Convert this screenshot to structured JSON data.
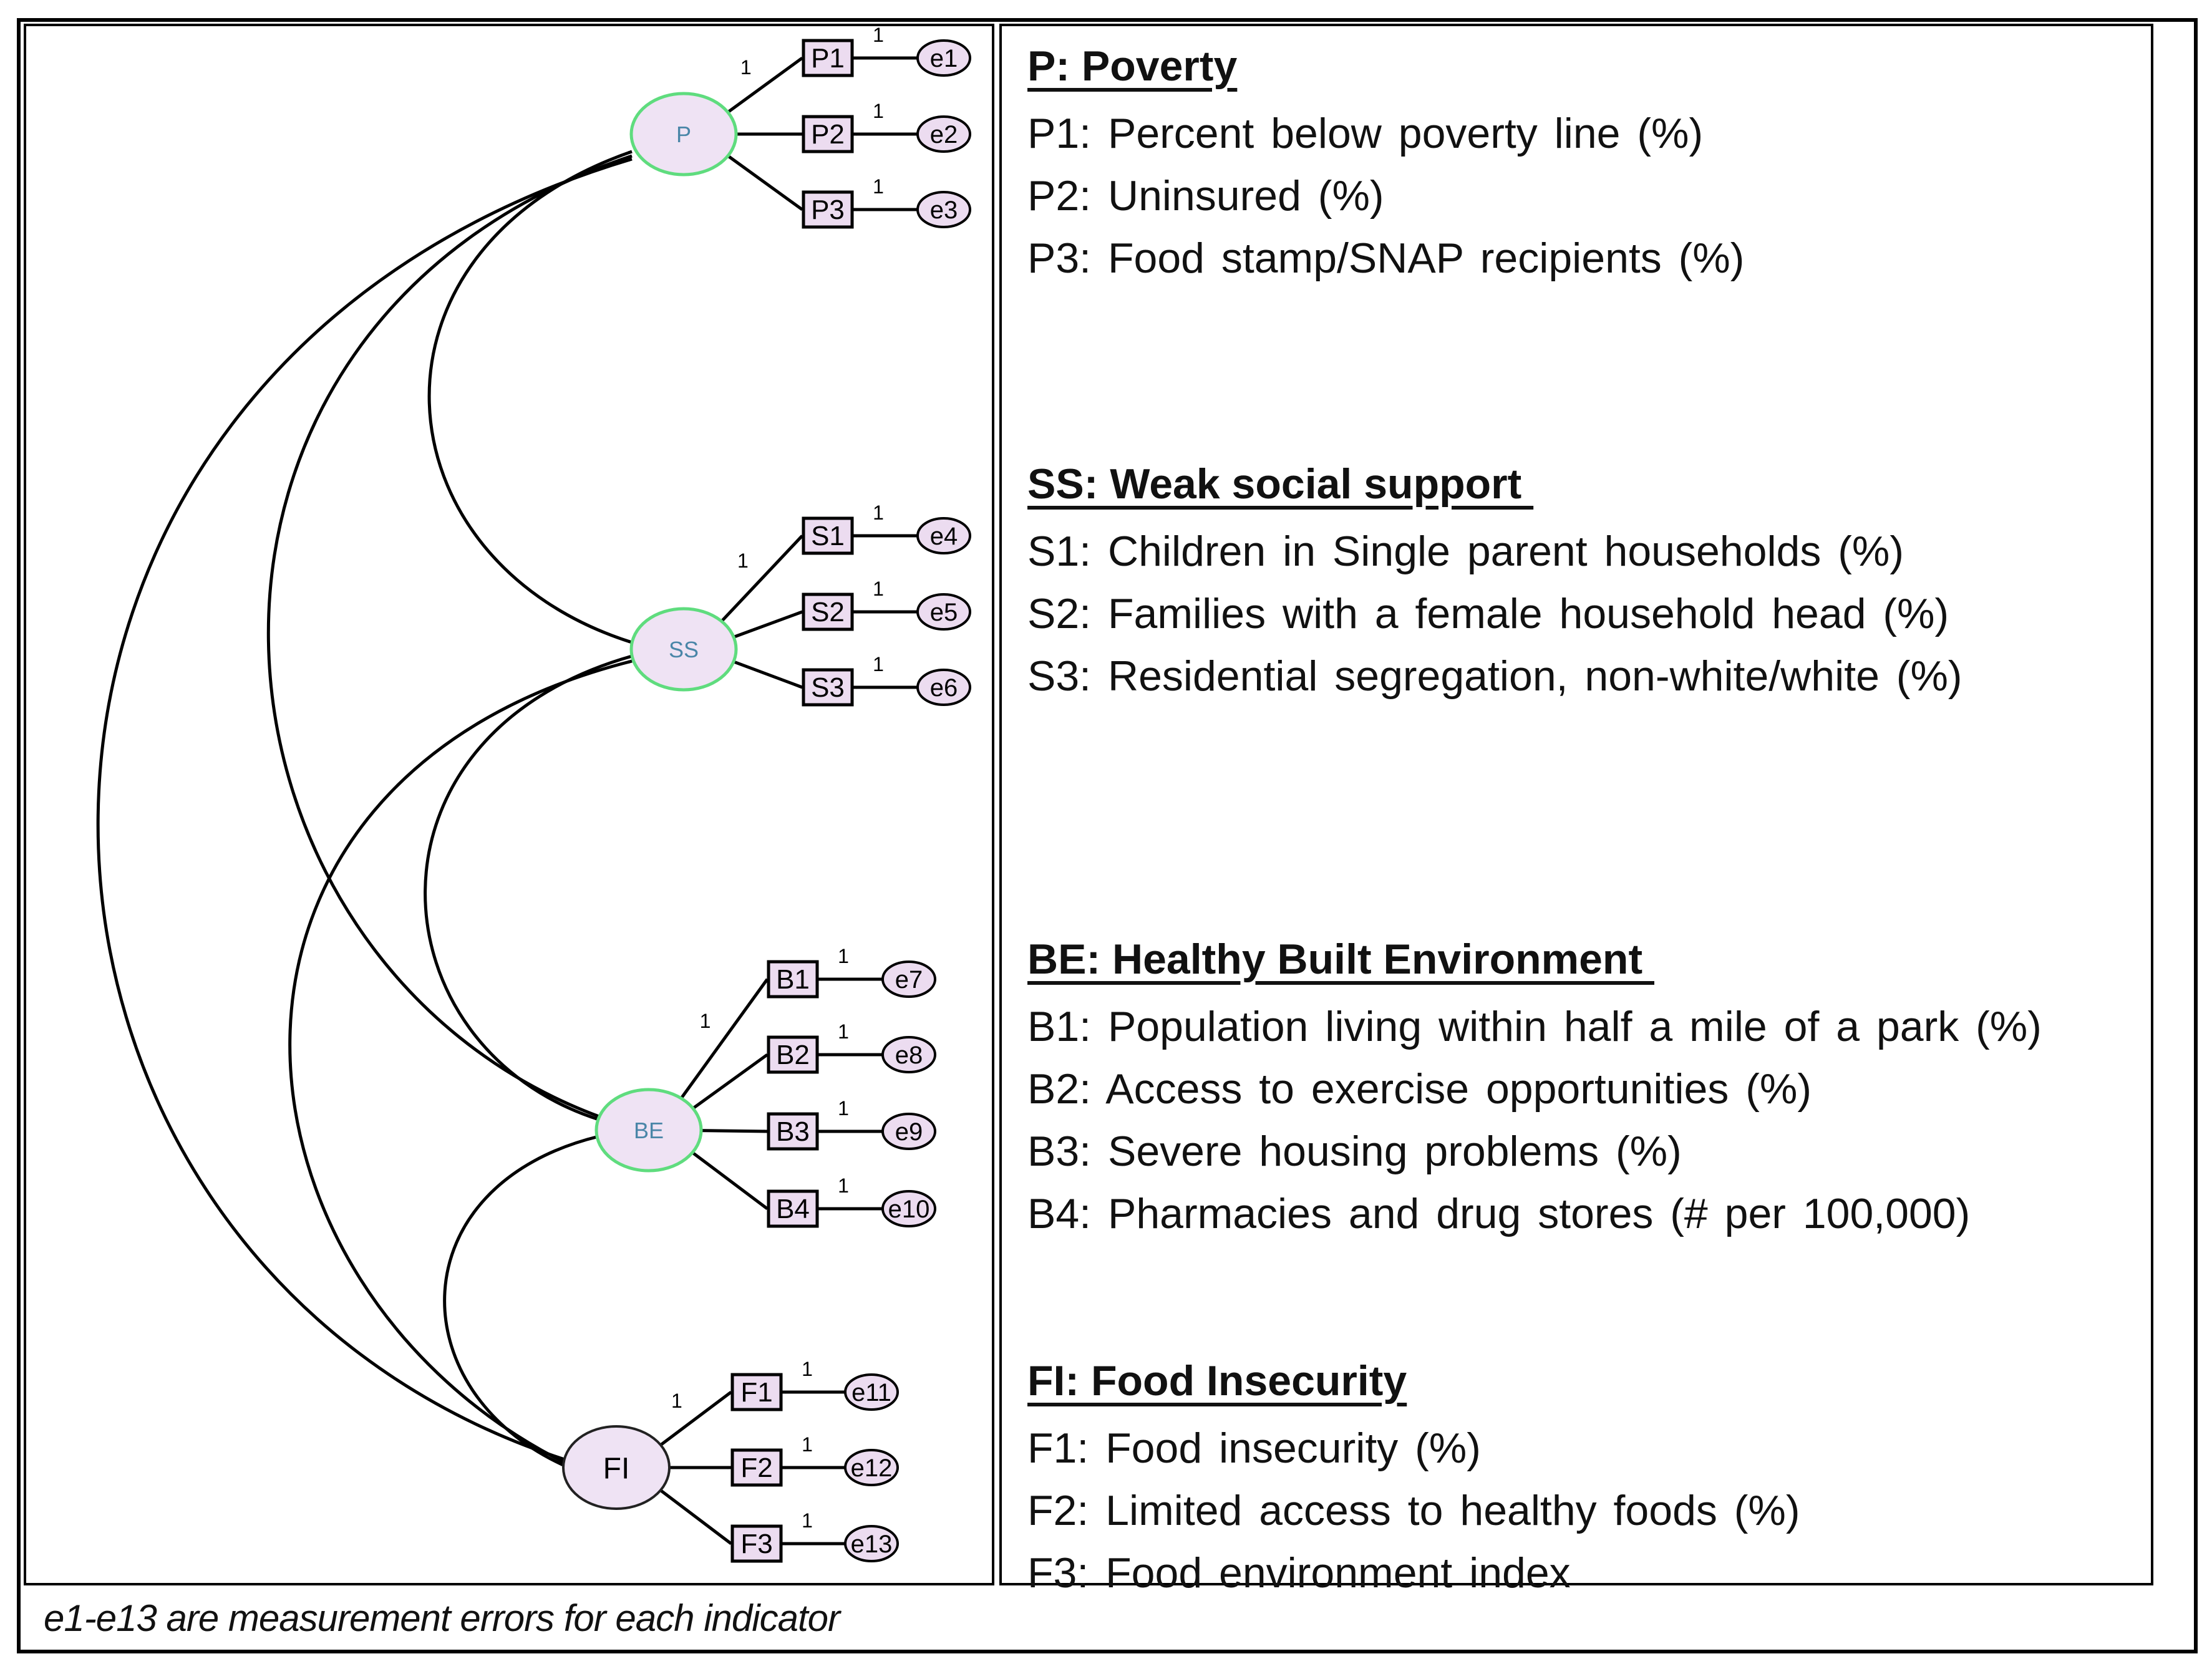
{
  "diagram": {
    "latent_variables": [
      {
        "id": "P",
        "label": "P"
      },
      {
        "id": "SS",
        "label": "SS"
      },
      {
        "id": "BE",
        "label": "BE"
      },
      {
        "id": "FI",
        "label": "FI"
      }
    ],
    "indicators": [
      {
        "label": "P1",
        "error": "e1",
        "latent": "P",
        "loading": "1",
        "error_weight": "1"
      },
      {
        "label": "P2",
        "error": "e2",
        "latent": "P",
        "loading": "",
        "error_weight": "1"
      },
      {
        "label": "P3",
        "error": "e3",
        "latent": "P",
        "loading": "",
        "error_weight": "1"
      },
      {
        "label": "S1",
        "error": "e4",
        "latent": "SS",
        "loading": "1",
        "error_weight": "1"
      },
      {
        "label": "S2",
        "error": "e5",
        "latent": "SS",
        "loading": "",
        "error_weight": "1"
      },
      {
        "label": "S3",
        "error": "e6",
        "latent": "SS",
        "loading": "",
        "error_weight": "1"
      },
      {
        "label": "B1",
        "error": "e7",
        "latent": "BE",
        "loading": "1",
        "error_weight": "1"
      },
      {
        "label": "B2",
        "error": "e8",
        "latent": "BE",
        "loading": "",
        "error_weight": "1"
      },
      {
        "label": "B3",
        "error": "e9",
        "latent": "BE",
        "loading": "",
        "error_weight": "1"
      },
      {
        "label": "B4",
        "error": "e10",
        "latent": "BE",
        "loading": "",
        "error_weight": "1"
      },
      {
        "label": "F1",
        "error": "e11",
        "latent": "FI",
        "loading": "1",
        "error_weight": "1"
      },
      {
        "label": "F2",
        "error": "e12",
        "latent": "FI",
        "loading": "",
        "error_weight": "1"
      },
      {
        "label": "F3",
        "error": "e13",
        "latent": "FI",
        "loading": "",
        "error_weight": "1"
      }
    ],
    "covariances": [
      [
        "P",
        "SS"
      ],
      [
        "P",
        "BE"
      ],
      [
        "P",
        "FI"
      ],
      [
        "SS",
        "BE"
      ],
      [
        "SS",
        "FI"
      ],
      [
        "BE",
        "FI"
      ]
    ]
  },
  "legend": {
    "groups": [
      {
        "title": "P: Poverty",
        "items": [
          "P1: Percent below poverty line (%)",
          "P2: Uninsured  (%)",
          "P3: Food stamp/SNAP  recipients (%)"
        ]
      },
      {
        "title": "SS: Weak social support ",
        "items": [
          "S1: Children  in Single parent households  (%)",
          "S2: Families with a female household head (%)",
          "S3: Residential segregation, non-white/white  (%)"
        ]
      },
      {
        "title": "BE: Healthy Built Environment ",
        "items": [
          "B1: Population living within half a mile of a park (%)",
          "B2: Access to exercise opportunities (%)",
          "B3: Severe housing problems  (%)",
          "B4: Pharmacies and drug stores (# per 100,000)"
        ]
      },
      {
        "title": "FI: Food Insecurity",
        "items": [
          "F1: Food insecurity (%)",
          "F2: Limited access to healthy foods (%)",
          "F3: Food environment  index"
        ]
      }
    ]
  },
  "footnote": "e1-e13 are measurement errors for each indicator",
  "colors": {
    "latent_fill": "#efe3f4",
    "latent_stroke": "#5fdc7e",
    "latent_label": "#4a86a8",
    "fi_stroke": "#222222",
    "indicator_fill": "#ecdcf0",
    "error_fill": "#ecdcf0",
    "line": "#000000"
  }
}
